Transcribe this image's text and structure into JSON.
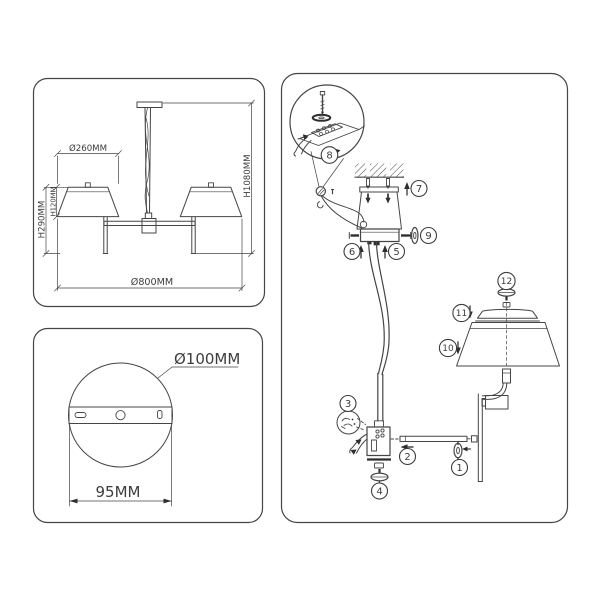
{
  "colors": {
    "line": "#454545",
    "text": "#3d3d3d",
    "background": "#ffffff"
  },
  "front_view": {
    "dim_shade_diameter": "Ø260MM",
    "dim_total_height": "H1080MM",
    "dim_body_height": "H290MM",
    "dim_shade_height": "H120MM",
    "dim_total_width": "Ø800MM"
  },
  "canopy_view": {
    "dim_canopy_diameter": "Ø100MM",
    "dim_bracket_width": "95MM"
  },
  "assembly": {
    "steps": [
      "1",
      "2",
      "3",
      "4",
      "5",
      "6",
      "7",
      "8",
      "9",
      "10",
      "11",
      "12"
    ]
  }
}
